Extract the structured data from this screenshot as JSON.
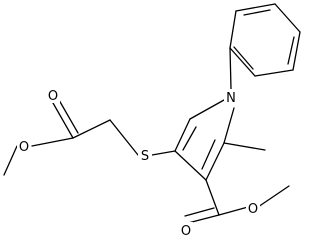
{
  "molecule": {
    "atoms": [
      {
        "id": "N1",
        "label": "N"
      },
      {
        "id": "S1",
        "label": "S"
      },
      {
        "id": "O1",
        "label": "O"
      },
      {
        "id": "O2",
        "label": "O"
      },
      {
        "id": "O3",
        "label": "O"
      },
      {
        "id": "O4",
        "label": "O"
      }
    ]
  }
}
